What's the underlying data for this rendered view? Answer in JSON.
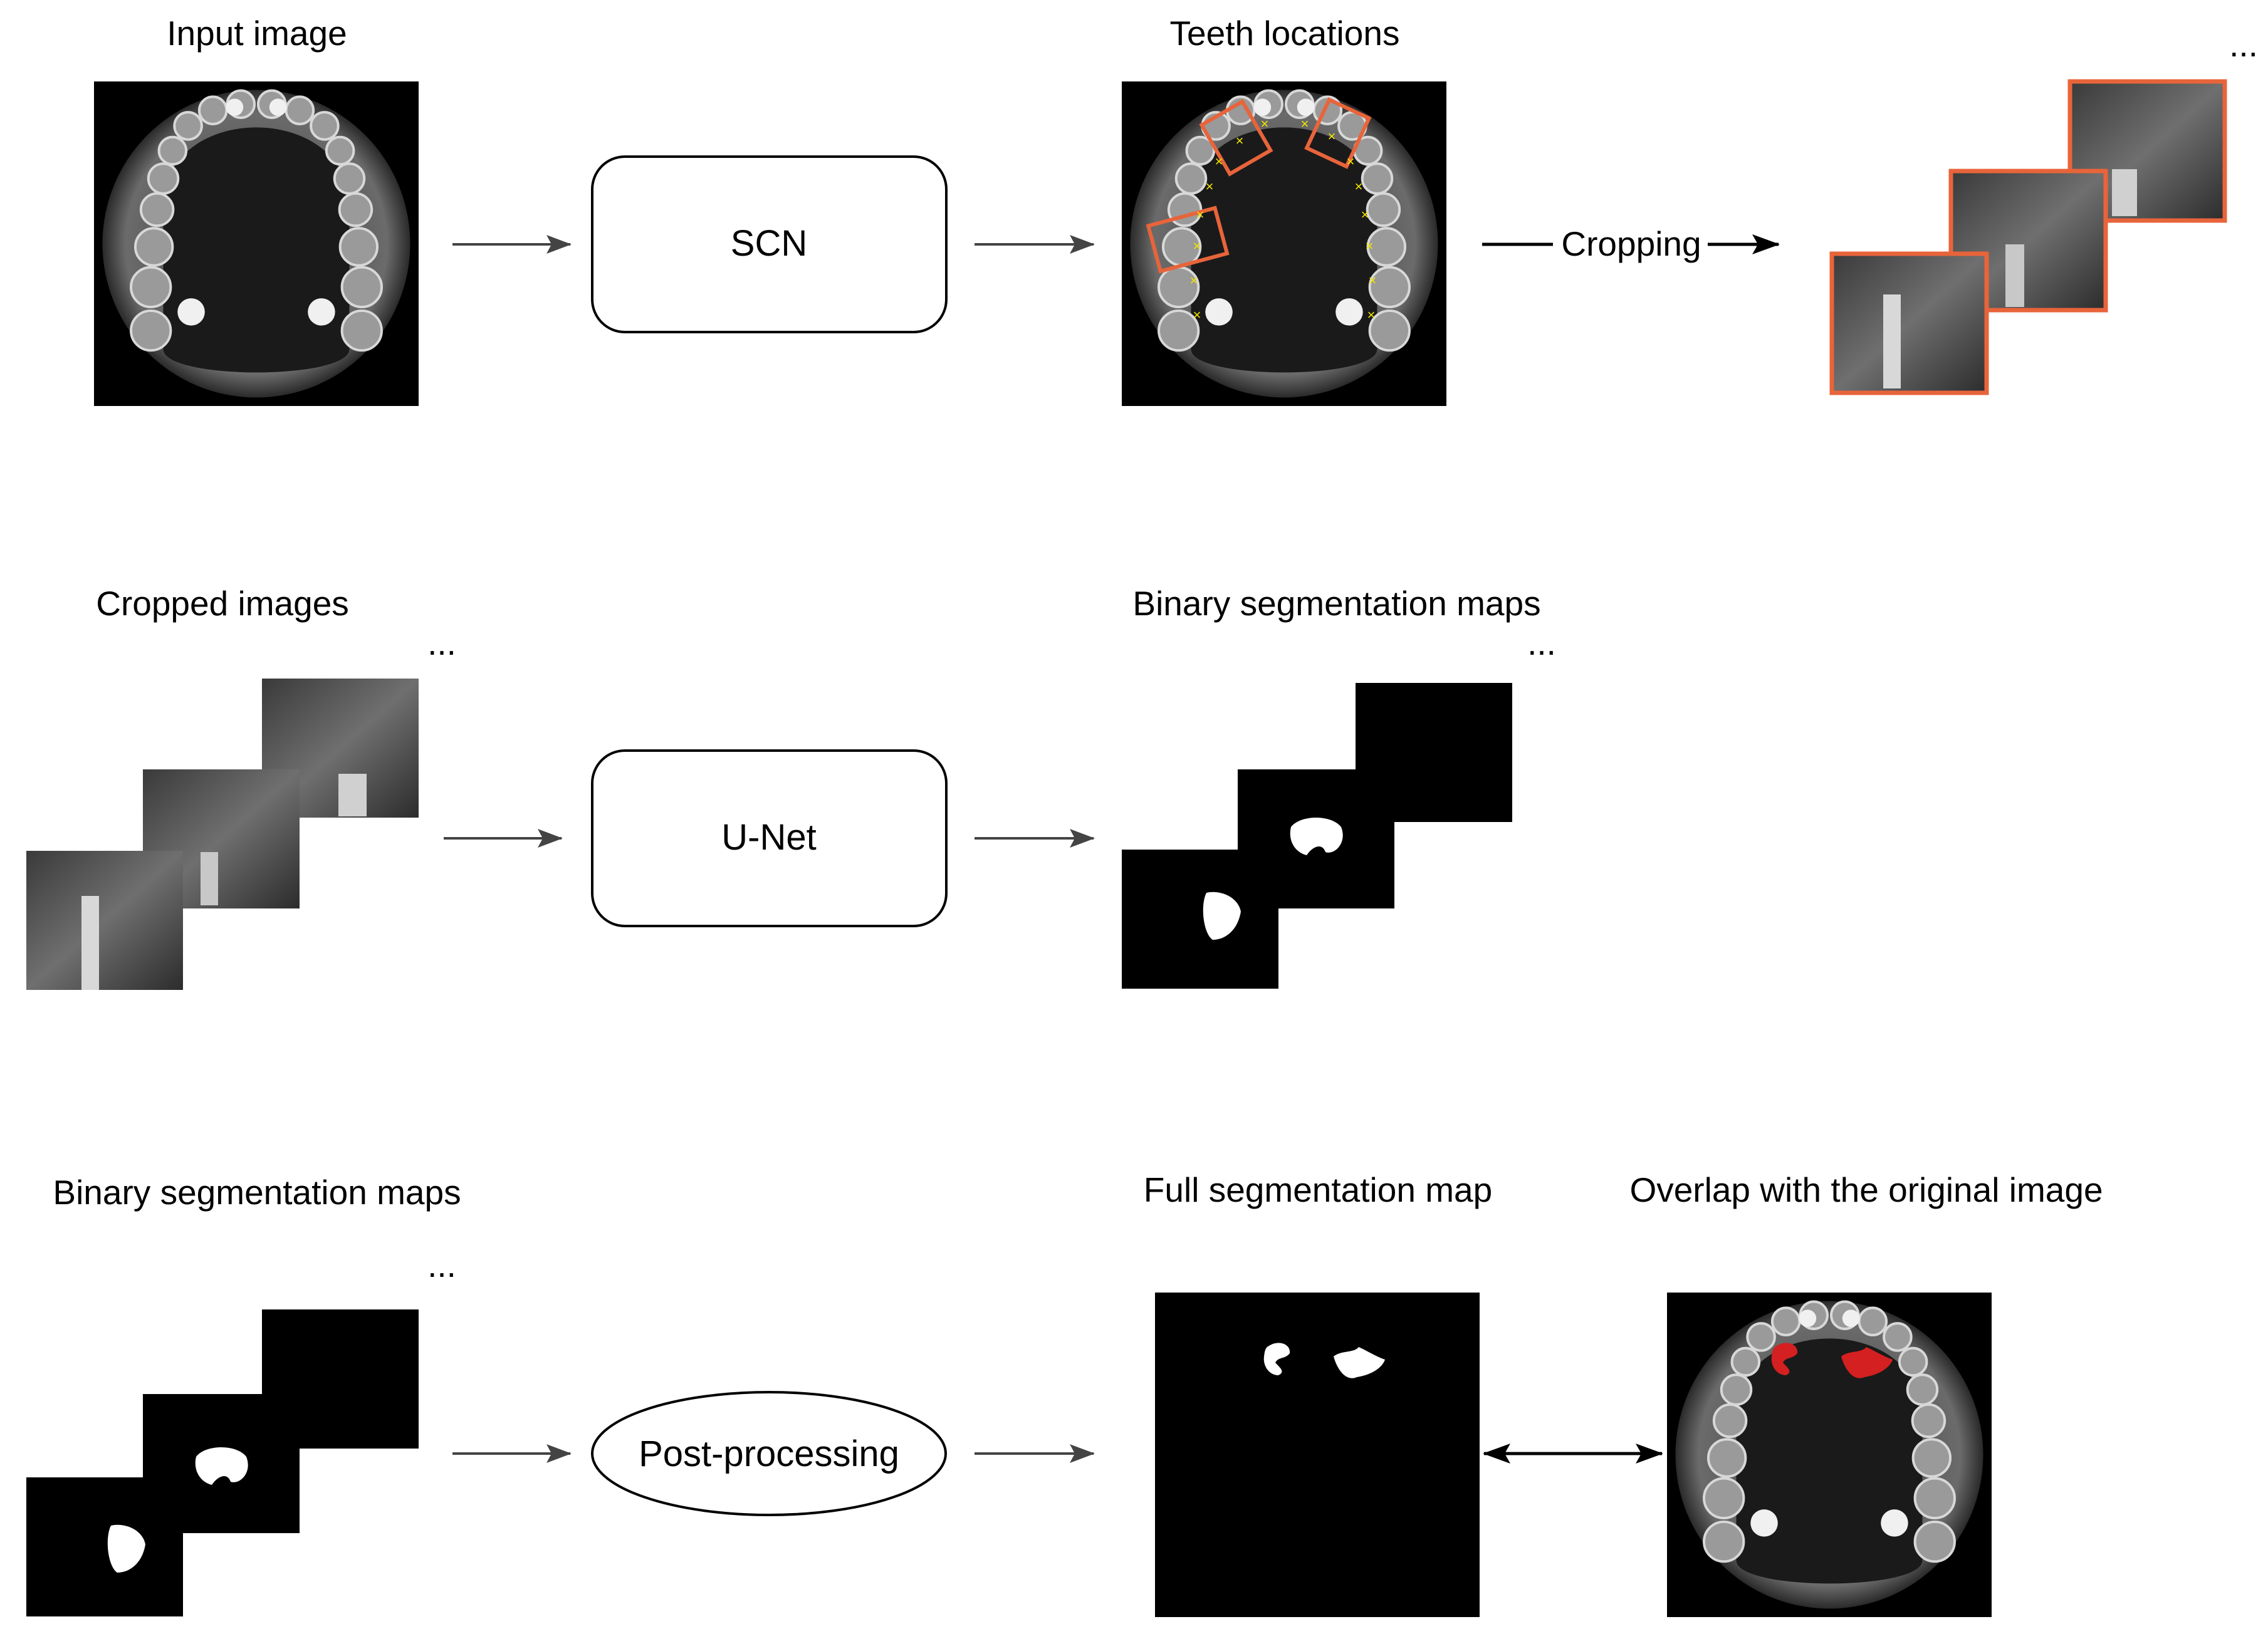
{
  "row1": {
    "input_label": "Input image",
    "scn_label": "SCN",
    "teeth_label": "Teeth locations",
    "cropping_label": "Cropping",
    "ellipsis": "..."
  },
  "row2": {
    "cropped_label": "Cropped images",
    "cropped_ellipsis": "...",
    "unet_label": "U-Net",
    "binary_label": "Binary segmentation maps",
    "binary_ellipsis": "..."
  },
  "row3": {
    "binary_label": "Binary segmentation maps",
    "binary_ellipsis": "...",
    "post_label": "Post-processing",
    "full_label": "Full segmentation map",
    "overlap_label": "Overlap with the original image"
  },
  "colors": {
    "crop_box": "#e8643a",
    "tooth_marker": "#f2e600",
    "overlay_red": "#d42020",
    "arrow": "#444444"
  }
}
